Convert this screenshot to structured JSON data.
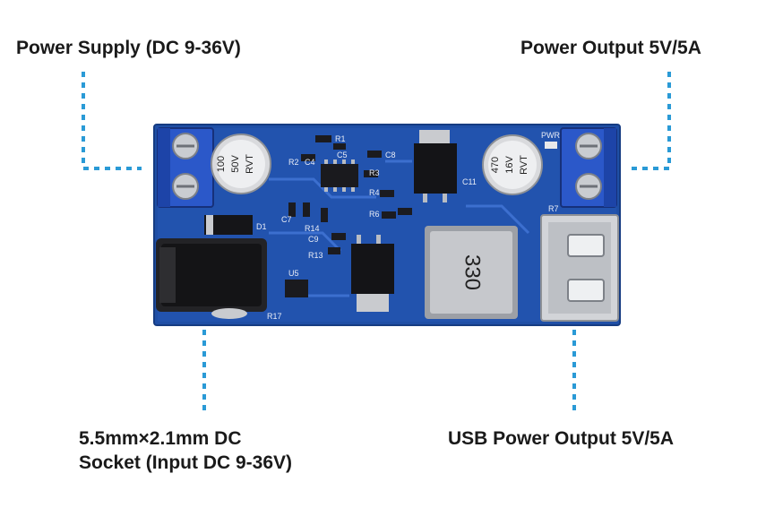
{
  "labels": {
    "power_supply": "Power Supply (DC 9-36V)",
    "power_output": "Power Output 5V/5A",
    "dc_socket_line1": "5.5mm×2.1mm DC",
    "dc_socket_line2": "Socket (Input DC 9-36V)",
    "usb_output": "USB Power Output 5V/5A"
  },
  "board_markings": {
    "input_cap_line1": "100",
    "input_cap_line2": "50V",
    "input_cap_line3": "RVT",
    "output_cap_line1": "470",
    "output_cap_line2": "16V",
    "output_cap_line3": "RVT",
    "inductor": "330",
    "pwr": "PWR",
    "d1": "D1",
    "u5": "U5",
    "r1": "R1",
    "r2": "R2",
    "c4": "C4",
    "c5": "C5",
    "c8": "C8",
    "r3": "R3",
    "r4": "R4",
    "r6": "R6",
    "r7": "R7",
    "c7": "C7",
    "r14": "R14",
    "c9": "C9",
    "r13": "R13",
    "r17": "R17",
    "c11": "C11"
  },
  "colors": {
    "board": "#1f4fa6",
    "terminal": "#2b58c9",
    "leader": "#2a9ad6",
    "text": "#1a1a1a"
  }
}
